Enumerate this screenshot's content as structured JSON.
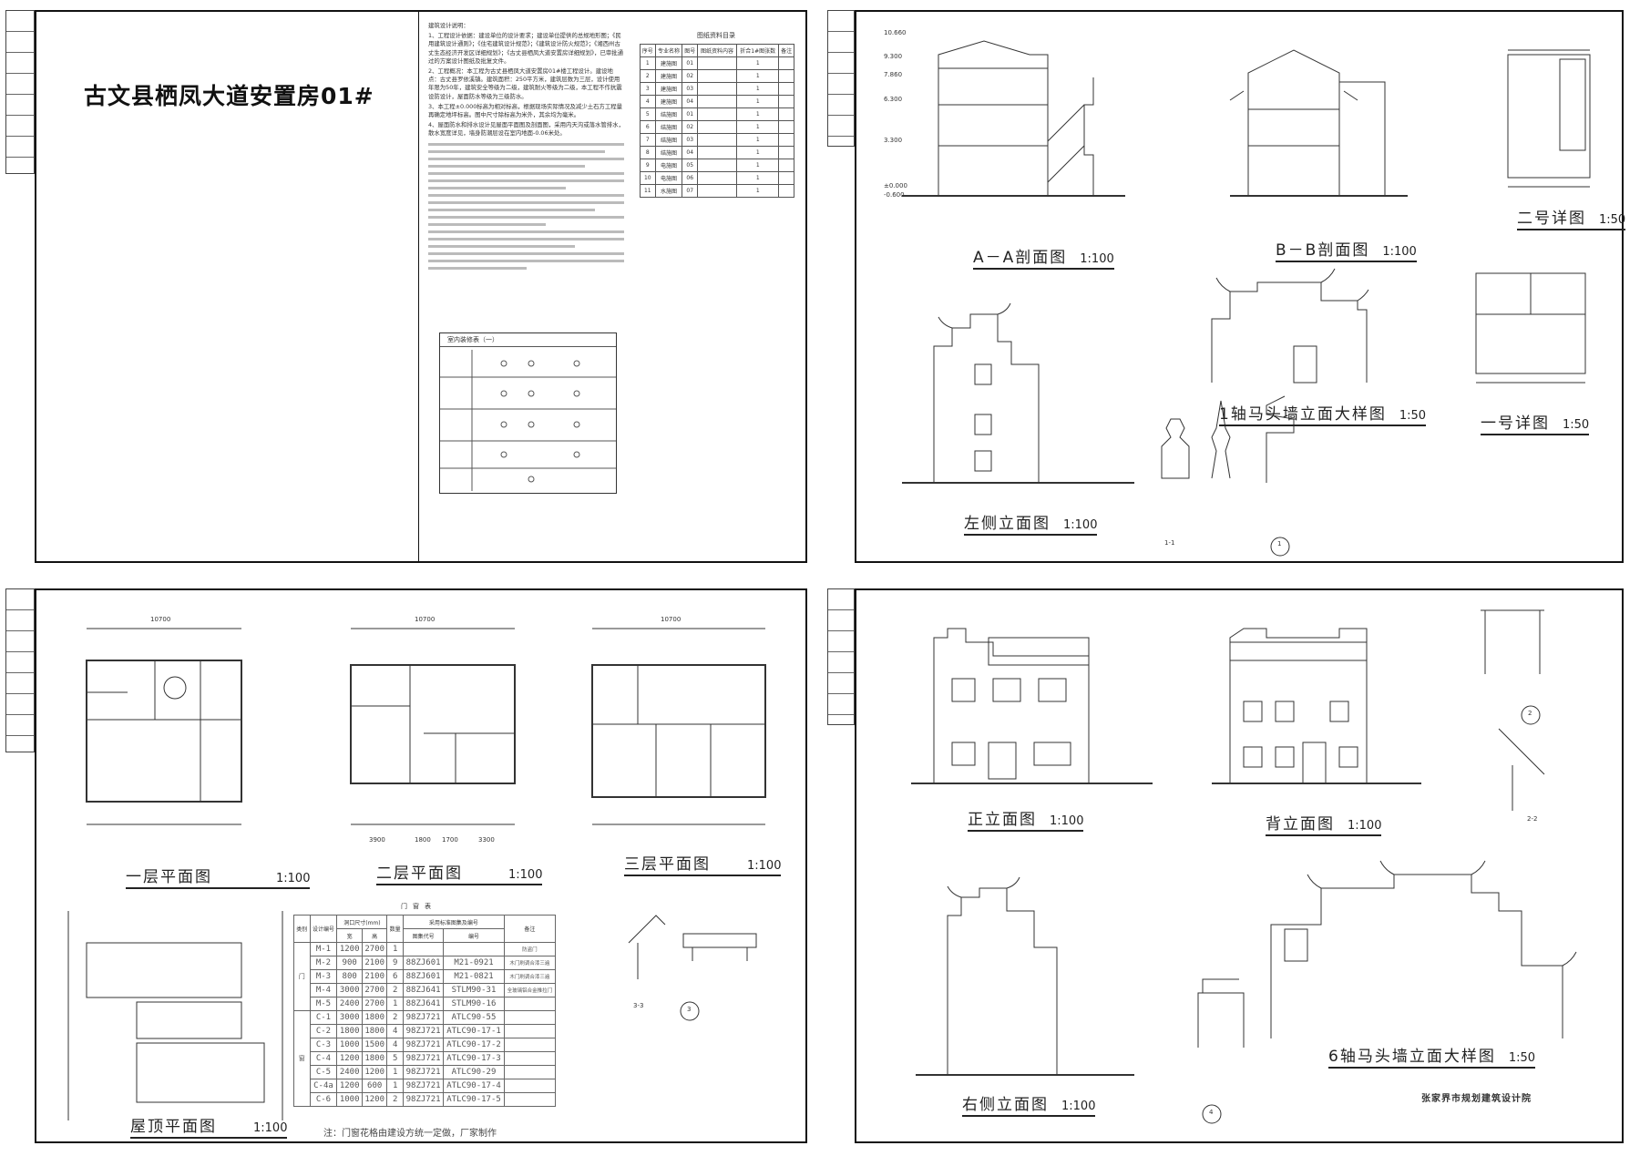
{
  "sheet1": {
    "project_title": "古文县栖凤大道安置房01#",
    "notes_title": "建筑设计说明：",
    "notes": [
      "1、工程设计依据：建设单位的设计要求；建设单位提供的总规地形图；《民用建筑设计通则》；《住宅建筑设计规范》；《建筑设计防火规范》；《湘西州古丈生态经济开发区详细规划》；《古丈县栖凤大道安置房详细规划》，已审批通过的方案设计图纸及批复文件。",
      "2、工程概况：本工程为古丈县栖凤大道安置房01#楼工程设计。建设地点：古丈县罗依溪镇。建筑面积：250平方米，建筑层数为三层，设计使用年限为50年，建筑安全等级为二级，建筑耐火等级为二级，本工程不作抗震设防设计，屋面防水等级为三级防水。",
      "3、本工程±0.000标高为相对标高，根据现场实际情况及减少土石方工程量再确定地坪标高。图中尺寸除标高为米外，其余均为毫米。",
      "4、屋面防水和排水设计见屋面平面图及剖面图，采用内天沟或落水管排水，散水宽度详见，墙身防潮层设在室内地面-0.06米处。"
    ],
    "drawing_list": {
      "title": "图纸资料目录",
      "headers": [
        "序号",
        "专业名称",
        "图号",
        "图纸资料内容",
        "折合1#图张数",
        "备注"
      ],
      "rows": [
        {
          "no": "1",
          "type": "建施图",
          "code": "01",
          "count": "1"
        },
        {
          "no": "2",
          "type": "建施图",
          "code": "02",
          "count": "1"
        },
        {
          "no": "3",
          "type": "建施图",
          "code": "03",
          "count": "1"
        },
        {
          "no": "4",
          "type": "建施图",
          "code": "04",
          "count": "1"
        },
        {
          "no": "5",
          "type": "结施图",
          "code": "01",
          "count": "1"
        },
        {
          "no": "6",
          "type": "结施图",
          "code": "02",
          "count": "1"
        },
        {
          "no": "7",
          "type": "结施图",
          "code": "03",
          "count": "1"
        },
        {
          "no": "8",
          "type": "结施图",
          "code": "04",
          "count": "1"
        },
        {
          "no": "9",
          "type": "电施图",
          "code": "05",
          "count": "1"
        },
        {
          "no": "10",
          "type": "电施图",
          "code": "06",
          "count": "1"
        },
        {
          "no": "11",
          "type": "水施图",
          "code": "07",
          "count": "1"
        }
      ]
    },
    "legend_title": "室内装修表（一）"
  },
  "sheet2": {
    "section_aa": "A－A剖面图",
    "section_aa_scale": "1:100",
    "section_bb": "B－B剖面图",
    "section_bb_scale": "1:100",
    "detail2": "二号详图",
    "detail2_scale": "1:50",
    "wall1": "1轴马头墙立面大样图",
    "wall1_scale": "1:50",
    "detail1": "一号详图",
    "detail1_scale": "1:50",
    "left_elev": "左侧立面图",
    "left_elev_scale": "1:100",
    "cut11": "1-1",
    "mark1": "1",
    "levels": [
      "10.660",
      "9.300",
      "7.860",
      "6.300",
      "3.300",
      "±0.000",
      "-0.600"
    ]
  },
  "sheet3": {
    "plan1": "一层平面图",
    "plan1_scale": "1:100",
    "plan2": "二层平面图",
    "plan2_scale": "1:100",
    "plan3": "三层平面图",
    "plan3_scale": "1:100",
    "roof": "屋顶平面图",
    "roof_scale": "1:100",
    "cut33": "3-3",
    "mark3": "3",
    "dims": {
      "total": "10700",
      "d1": "3900",
      "d2": "1800",
      "d3": "1700",
      "d4": "3300"
    },
    "door_window_table": {
      "title": "门窗表",
      "h_type": "类别",
      "h_code": "设计编号",
      "h_size": "洞口尺寸(mm)",
      "h_w": "宽",
      "h_h": "高",
      "h_qty": "数量",
      "h_std": "采用标准图集及编号",
      "h_atlas": "图集代号",
      "h_no": "编号",
      "h_remark": "备注",
      "door_label": "门",
      "window_label": "窗",
      "rows": [
        {
          "code": "M-1",
          "w": "1200",
          "h": "2700",
          "qty": "1",
          "atlas": "",
          "no": "",
          "remark": "防盗门"
        },
        {
          "code": "M-2",
          "w": "900",
          "h": "2100",
          "qty": "9",
          "atlas": "88ZJ601",
          "no": "M21-0921",
          "remark": "木门刷调合漆三遍"
        },
        {
          "code": "M-3",
          "w": "800",
          "h": "2100",
          "qty": "6",
          "atlas": "88ZJ601",
          "no": "M21-0821",
          "remark": "木门刷调合漆三遍"
        },
        {
          "code": "M-4",
          "w": "3000",
          "h": "2700",
          "qty": "2",
          "atlas": "88ZJ641",
          "no": "STLM90-31",
          "remark": "全玻璃铝合金推拉门"
        },
        {
          "code": "M-5",
          "w": "2400",
          "h": "2700",
          "qty": "1",
          "atlas": "88ZJ641",
          "no": "STLM90-16",
          "remark": ""
        },
        {
          "code": "C-1",
          "w": "3000",
          "h": "1800",
          "qty": "2",
          "atlas": "98ZJ721",
          "no": "ATLC90-55",
          "remark": ""
        },
        {
          "code": "C-2",
          "w": "1800",
          "h": "1800",
          "qty": "4",
          "atlas": "98ZJ721",
          "no": "ATLC90-17-1",
          "remark": ""
        },
        {
          "code": "C-3",
          "w": "1000",
          "h": "1500",
          "qty": "4",
          "atlas": "98ZJ721",
          "no": "ATLC90-17-2",
          "remark": ""
        },
        {
          "code": "C-4",
          "w": "1200",
          "h": "1800",
          "qty": "5",
          "atlas": "98ZJ721",
          "no": "ATLC90-17-3",
          "remark": ""
        },
        {
          "code": "C-5",
          "w": "2400",
          "h": "1200",
          "qty": "1",
          "atlas": "98ZJ721",
          "no": "ATLC90-29",
          "remark": ""
        },
        {
          "code": "C-4a",
          "w": "1200",
          "h": "600",
          "qty": "1",
          "atlas": "98ZJ721",
          "no": "ATLC90-17-4",
          "remark": ""
        },
        {
          "code": "C-6",
          "w": "1000",
          "h": "1200",
          "qty": "2",
          "atlas": "98ZJ721",
          "no": "ATLC90-17-5",
          "remark": ""
        }
      ],
      "note": "注：门窗花格由建设方统一定做，厂家制作"
    }
  },
  "sheet4": {
    "front_elev": "正立面图",
    "front_elev_scale": "1:100",
    "back_elev": "背立面图",
    "back_elev_scale": "1:100",
    "right_elev": "右侧立面图",
    "right_elev_scale": "1:100",
    "wall6": "6轴马头墙立面大样图",
    "wall6_scale": "1:50",
    "cut22": "2-2",
    "mark2": "2",
    "mark4": "4",
    "firm": "张家界市规划建筑设计院"
  }
}
